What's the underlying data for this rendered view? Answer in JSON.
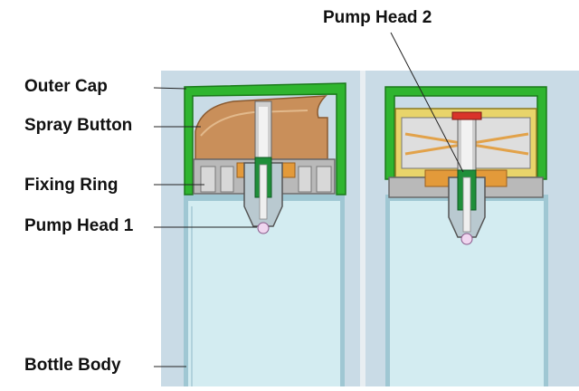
{
  "labels": {
    "outer_cap": "Outer Cap",
    "spray_button": "Spray Button",
    "fixing_ring": "Fixing Ring",
    "pump_head_1": "Pump Head 1",
    "bottle_body": "Bottle Body",
    "pump_head_2": "Pump Head 2"
  },
  "colors": {
    "background_panel": "#c9dbe6",
    "outer_cap_green": "#2fb52f",
    "spray_button_tan": "#c98f5a",
    "fixing_ring_gray": "#b9b9b9",
    "bottle_blue": "#cfe8ef",
    "pump_green": "#1f8f3a",
    "spring_orange": "#e2a24a",
    "inner_cap_yellow": "#e8d46a",
    "pump_tip_red": "#d9342a"
  }
}
